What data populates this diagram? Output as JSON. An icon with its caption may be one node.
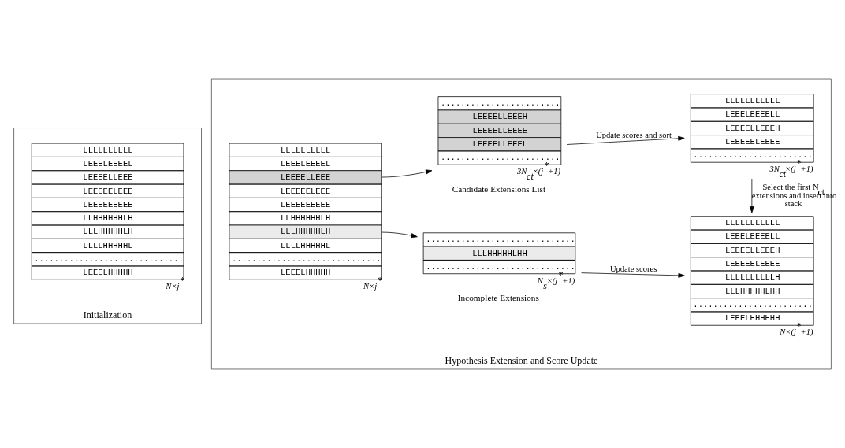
{
  "diagram": {
    "nodes": [
      {
        "text": [
          "Initialization"
        ]
      },
      {
        "text": [
          "LLLLLLLLLL",
          "LEEELEEEEL",
          "LEEEELLEEE",
          "LEEEEELEEE",
          "LEEEEEEEEE",
          "LLHHHHHHLH",
          "LLLHHHHHLH",
          "LLLLHHHHHL",
          "..............................",
          "LEEELHHHHH"
        ],
        "in": 0,
        "beside": [
          "N×j$^{*}$"
        ]
      },
      {
        "text": [
          "Hypothesis Extension and Score Update"
        ]
      },
      {
        "text": [
          "LLLLLLLLLL",
          "LEEELEEEEL",
          "LEEEELLEEE",
          "LEEEEELEEE",
          "LEEEEEEEEE",
          "LLHHHHHHLH",
          "LLLHHHHHLH",
          "LLLLHHHHHL",
          "..............................",
          "LEEELHHHHH"
        ],
        "in": 2,
        "beside": [
          "N×j$^{*}$"
        ]
      },
      {
        "text": [
          "........................",
          "LEEEELLEEEH",
          "LEEEELLEEEE",
          "LEEEELLEEEL",
          "........................"
        ],
        "in": 2,
        "beside": [
          "3N$_{ct}$×(j$^{*}$+1)",
          "Candidate Extensions List"
        ]
      },
      {
        "text": [
          "..............................",
          "LLLHHHHHLHH",
          ".............................."
        ],
        "in": 2,
        "beside": [
          "N$_{s}$×(j$^{*}$+1)",
          "Incomplete Extensions"
        ]
      },
      {
        "text": [
          "LLLLLLLLLLL",
          "LEEELEEEELL",
          "LEEEELLEEEH",
          "LEEEEELEEEE",
          "........................"
        ],
        "in": 2,
        "beside": [
          "3N$_{ct}$×(j$^{*}$+1)"
        ]
      },
      {
        "text": [
          "LLLLLLLLLLL",
          "LEEELEEEELL",
          "LEEEELLEEEH",
          "LEEEEELEEEE",
          "LLLLLLLLLLH",
          "LLLHHHHHLHH",
          "........................",
          "LEEELHHHHHH"
        ],
        "in": 2,
        "beside": [
          "N×(j$^{*}$+1)"
        ]
      }
    ],
    "edges": [
      {
        "from": 3,
        "to": 4,
        "arrow": "to"
      },
      {
        "from": 3,
        "to": 5,
        "arrow": "to"
      },
      {
        "from": 4,
        "to": 6,
        "arrow": "to",
        "label": "Update scores and sort"
      },
      {
        "from": 6,
        "to": 7,
        "arrow": "to",
        "label": "Select the first N$_{ct}$ extensions and insert into stack"
      },
      {
        "from": 5,
        "to": 7,
        "arrow": "to",
        "label": "Update scores"
      }
    ]
  }
}
